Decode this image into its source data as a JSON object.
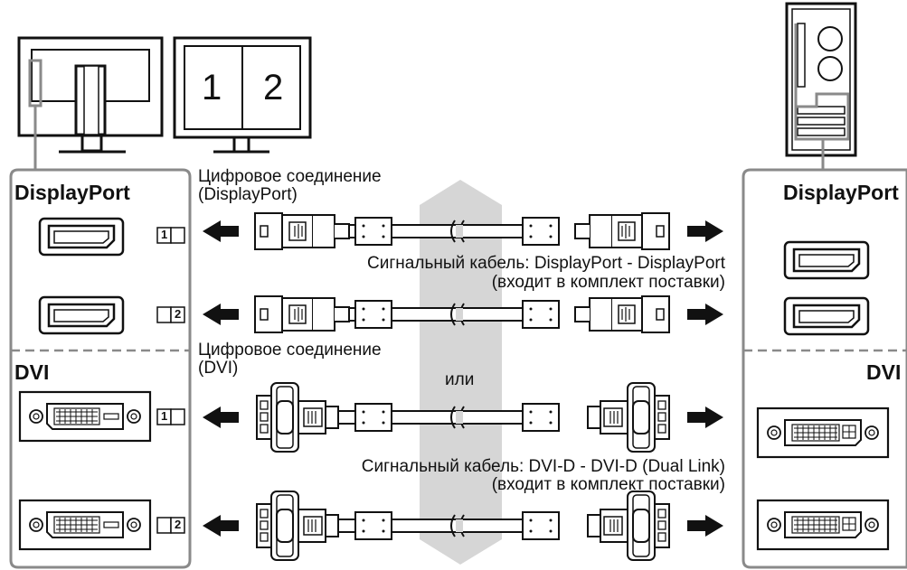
{
  "left_panel": {
    "section_displayport": "DisplayPort",
    "section_dvi": "DVI",
    "port_numbers": [
      "1",
      "2",
      "1",
      "2"
    ]
  },
  "right_panel": {
    "section_displayport": "DisplayPort",
    "section_dvi": "DVI"
  },
  "monitor_screen": {
    "left_label": "1",
    "right_label": "2"
  },
  "displayport_connection": {
    "heading": "Цифровое соединение",
    "type": "(DisplayPort)",
    "cable_name": "Сигнальный кабель: DisplayPort - DisplayPort",
    "cable_note": "(входит в комплект поставки)"
  },
  "separator_word": "или",
  "dvi_connection": {
    "heading": "Цифровое соединение",
    "type": "(DVI)",
    "cable_name": "Сигнальный кабель: DVI-D - DVI-D (Dual Link)",
    "cable_note": "(входит в комплект поставки)"
  },
  "colors": {
    "frame_gray": "#8a8a8a",
    "up_down_arrow": "#d6d6d6",
    "ink": "#111111"
  },
  "icons": [
    "monitor-back-icon",
    "monitor-front-icon",
    "pc-tower-icon",
    "displayport-socket-icon",
    "dvi-socket-icon",
    "displayport-plug-icon",
    "dvi-plug-icon",
    "ferrite-core-icon",
    "arrow-left-icon",
    "arrow-right-icon"
  ]
}
